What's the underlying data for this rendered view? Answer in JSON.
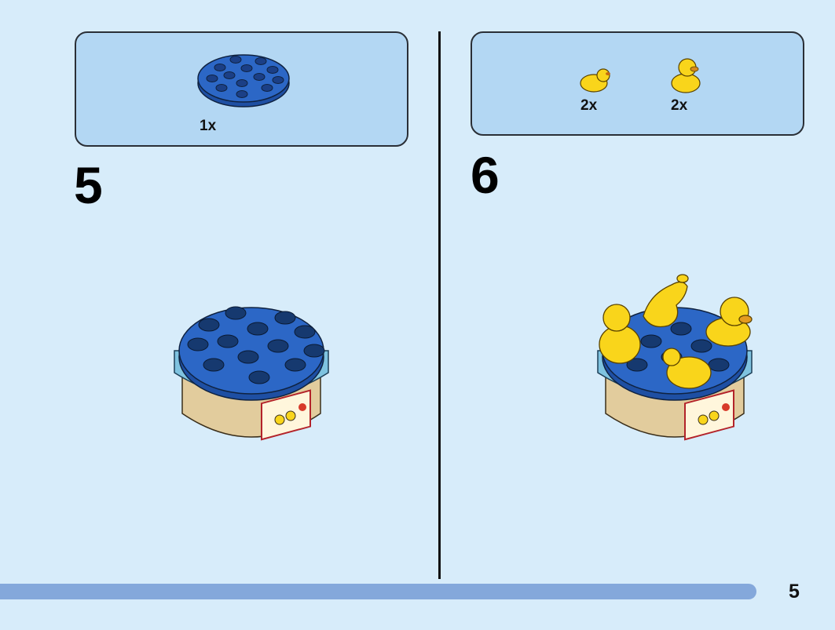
{
  "step_left": {
    "number": "5",
    "parts": [
      {
        "icon": "round-blue-plate-icon",
        "quantity": "1x"
      }
    ]
  },
  "step_right": {
    "number": "6",
    "parts": [
      {
        "icon": "duckling-piece-icon",
        "quantity": "2x"
      },
      {
        "icon": "duck-piece-icon",
        "quantity": "2x"
      }
    ]
  },
  "page_number": "5",
  "colors": {
    "background": "#d7ecfa",
    "parts_box": "#b3d7f3",
    "plate_blue": "#2c67c6",
    "duck_yellow": "#f9d51b",
    "tan_base": "#e2cc9d",
    "light_blue_ring": "#7fc3e0",
    "progress_bar": "#84a8db"
  }
}
